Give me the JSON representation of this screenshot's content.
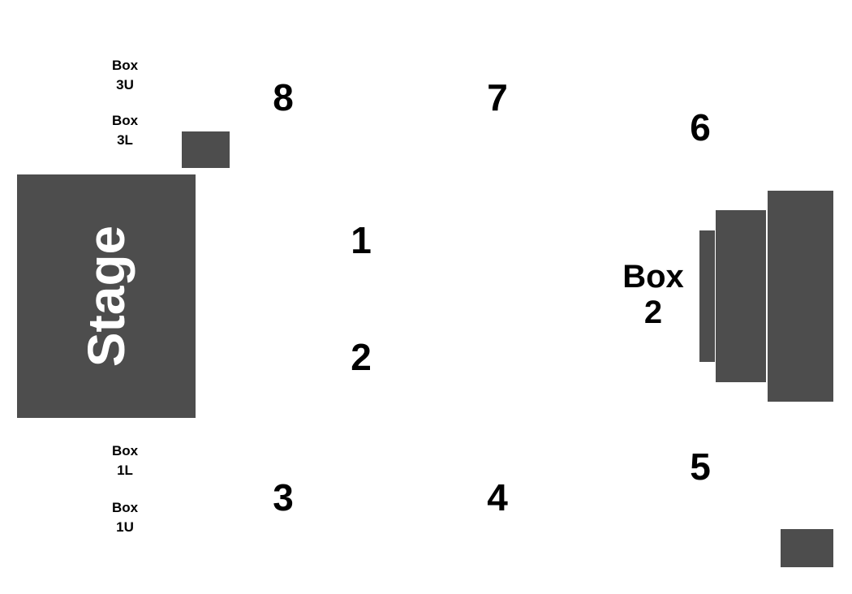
{
  "stage": {
    "label": "Stage"
  },
  "boxes": {
    "box_3u": {
      "line1": "Box",
      "line2": "3U"
    },
    "box_3l": {
      "line1": "Box",
      "line2": "3L"
    },
    "box_1l": {
      "line1": "Box",
      "line2": "1L"
    },
    "box_1u": {
      "line1": "Box",
      "line2": "1U"
    },
    "box_2": {
      "line1": "Box",
      "line2": "2"
    }
  },
  "sections": {
    "s1": "1",
    "s2": "2",
    "s3": "3",
    "s4": "4",
    "s5": "5",
    "s6": "6",
    "s7": "7",
    "s8": "8"
  },
  "colors": {
    "block_fill": "#4d4d4d",
    "stage_text": "#ffffff",
    "label_text": "#000000",
    "background": "#ffffff"
  }
}
